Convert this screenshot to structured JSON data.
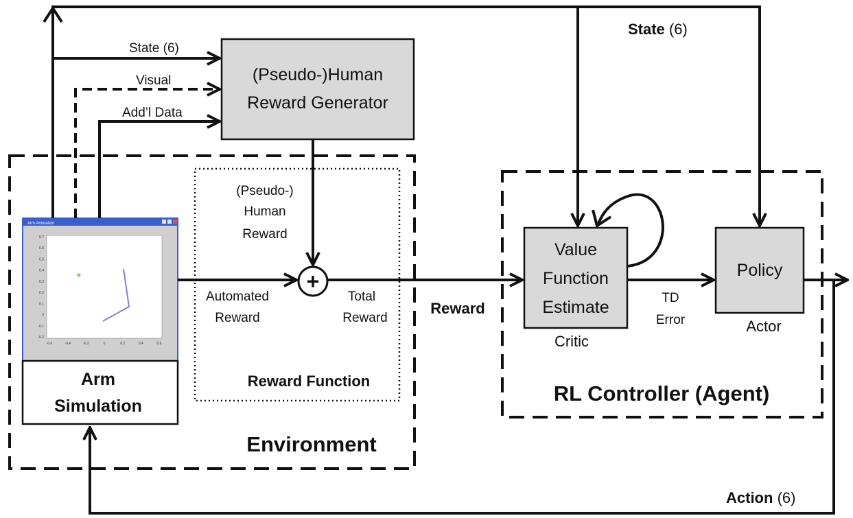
{
  "labels": {
    "state_top_bold": "State",
    "state_top_rest": " (6)",
    "state_small": "State (6)",
    "visual": "Visual",
    "addl_data": "Add’l Data",
    "human_reward_gen_line1": "(Pseudo-)Human",
    "human_reward_gen_line2": "Reward Generator",
    "pseudo_human_reward_line1": "(Pseudo-)",
    "pseudo_human_reward_line2": "Human",
    "pseudo_human_reward_line3": "Reward",
    "automated_reward_line1": "Automated",
    "automated_reward_line2": "Reward",
    "total_reward_line1": "Total",
    "total_reward_line2": "Reward",
    "reward_function": "Reward Function",
    "reward": "Reward",
    "value_function_line1": "Value",
    "value_function_line2": "Function",
    "value_function_line3": "Estimate",
    "critic": "Critic",
    "td_error_line1": "TD",
    "td_error_line2": "Error",
    "policy": "Policy",
    "actor": "Actor",
    "rl_controller": "RL Controller (Agent)",
    "arm_simulation_line1": "Arm",
    "arm_simulation_line2": "Simulation",
    "environment": "Environment",
    "action_bold": "Action",
    "action_rest": " (6)",
    "sum_symbol": "+"
  },
  "arm_window": {
    "title": "Arm Animation",
    "y_ticks": [
      "0.7",
      "0.6",
      "0.5",
      "0.4",
      "0.3",
      "0.2",
      "0.1",
      "0",
      "-0.1",
      "-0.2"
    ],
    "x_ticks": [
      "-0.6",
      "-0.4",
      "-0.2",
      "0",
      "0.2",
      "0.4",
      "0.6"
    ]
  },
  "colors": {
    "box_fill": "#d9d9d9",
    "window_title": "#3a5fcd",
    "arm_line": "#8080e0",
    "target": "#77cc77"
  }
}
